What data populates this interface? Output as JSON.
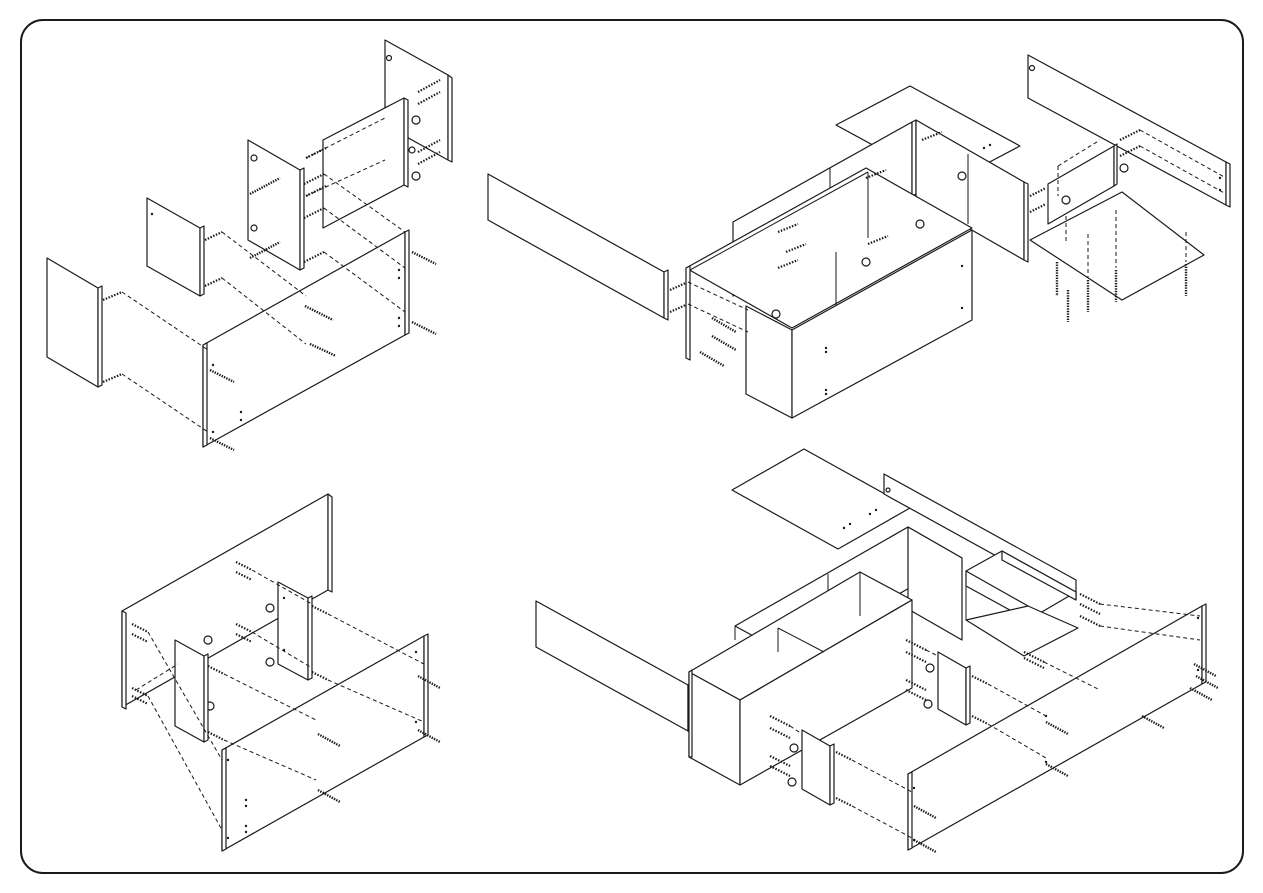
{
  "sheet": {
    "type": "assembly-instruction-page",
    "steps": [
      {
        "id": "step-top-left",
        "parts": [
          "side-panel",
          "back-panel",
          "divider",
          "shelf",
          "front-panel",
          "dowels",
          "screws"
        ]
      },
      {
        "id": "step-top-right",
        "parts": [
          "top-board",
          "back-panel",
          "drawer-box",
          "shelf",
          "feet-screws",
          "long-front-board"
        ]
      },
      {
        "id": "step-bottom-left",
        "parts": [
          "back-panel",
          "dividers",
          "front-panel",
          "cam-locks",
          "screws"
        ]
      },
      {
        "id": "step-bottom-right",
        "parts": [
          "top-board",
          "back-panel",
          "compartment-unit",
          "drawer-box",
          "front-panel",
          "long-front-board",
          "cam-locks",
          "screws"
        ]
      }
    ]
  }
}
